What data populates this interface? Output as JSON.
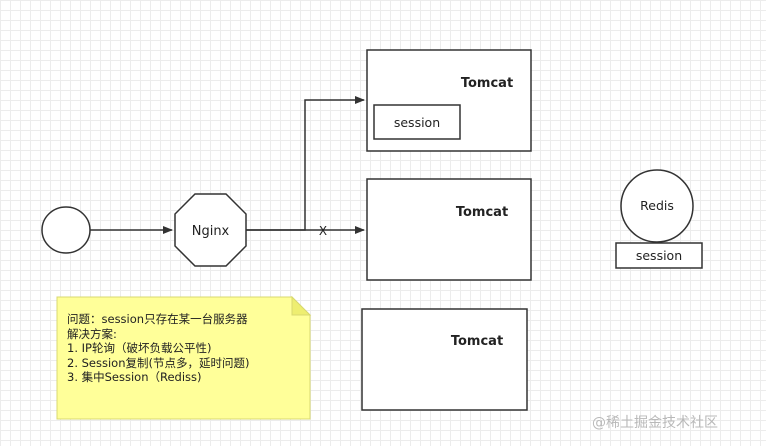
{
  "nodes": {
    "nginx": "Nginx",
    "tomcat1": "Tomcat",
    "tomcat2": "Tomcat",
    "tomcat3": "Tomcat",
    "session_tomcat1": "session",
    "redis": "Redis",
    "session_redis": "session"
  },
  "edge_marks": {
    "blocked": "X"
  },
  "note": {
    "lines": [
      "问题：session只存在某一台服务器",
      "解决方案:",
      "1. IP轮询（破坏负载公平性)",
      "2. Session复制(节点多，延时问题)",
      "3. 集中Session（Rediss)"
    ]
  },
  "watermark": "@稀土掘金技术社区",
  "colors": {
    "note_fill": "#ffff99",
    "note_border": "#d8d870",
    "stroke": "#333333"
  }
}
